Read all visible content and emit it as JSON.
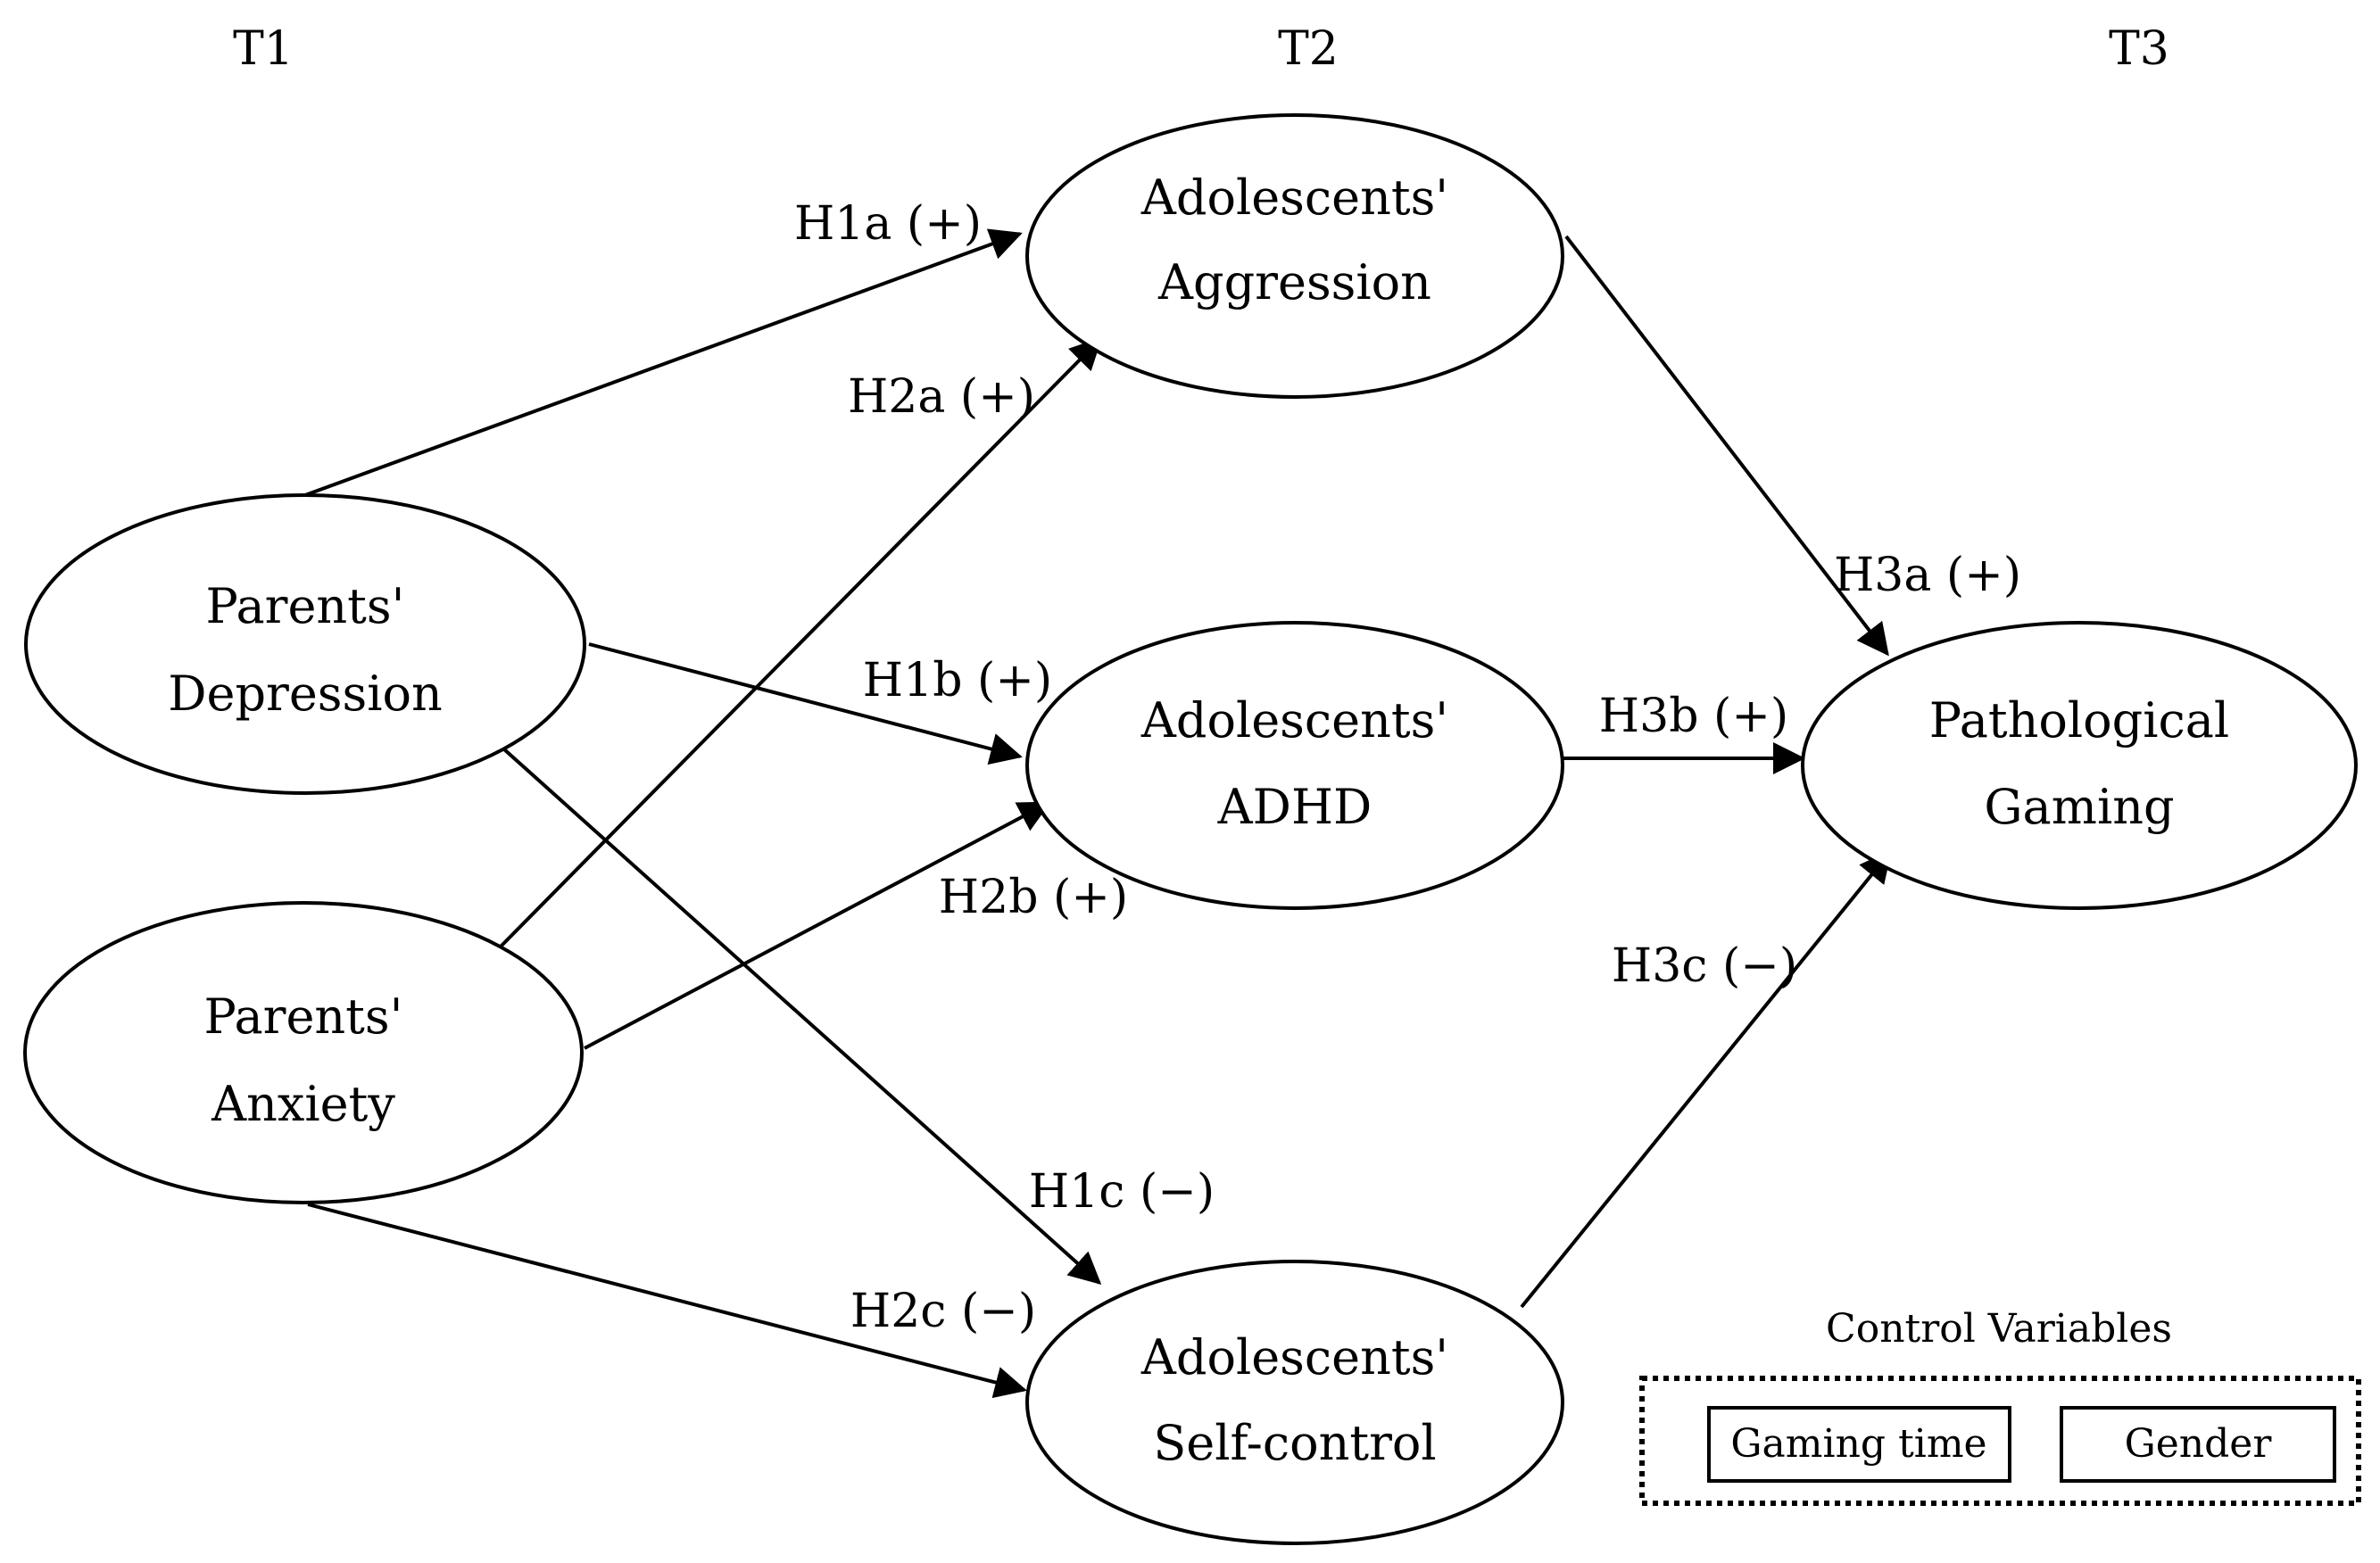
{
  "time_points": {
    "t1": "T1",
    "t2": "T2",
    "t3": "T3"
  },
  "nodes": {
    "parents_depression": {
      "line1": "Parents'",
      "line2": "Depression"
    },
    "parents_anxiety": {
      "line1": "Parents'",
      "line2": "Anxiety"
    },
    "adolescents_aggression": {
      "line1": "Adolescents'",
      "line2": "Aggression"
    },
    "adolescents_adhd": {
      "line1": "Adolescents'",
      "line2": "ADHD"
    },
    "adolescents_self_control": {
      "line1": "Adolescents'",
      "line2": "Self-control"
    },
    "pathological_gaming": {
      "line1": "Pathological",
      "line2": "Gaming"
    }
  },
  "hypotheses": {
    "h1a": "H1a (+)",
    "h1b": "H1b (+)",
    "h1c": "H1c (−)",
    "h2a": "H2a (+)",
    "h2b": "H2b (+)",
    "h2c": "H2c (−)",
    "h3a": "H3a (+)",
    "h3b": "H3b (+)",
    "h3c": "H3c (−)"
  },
  "control_variables": {
    "title": "Control Variables",
    "items": [
      "Gaming time",
      "Gender"
    ]
  }
}
